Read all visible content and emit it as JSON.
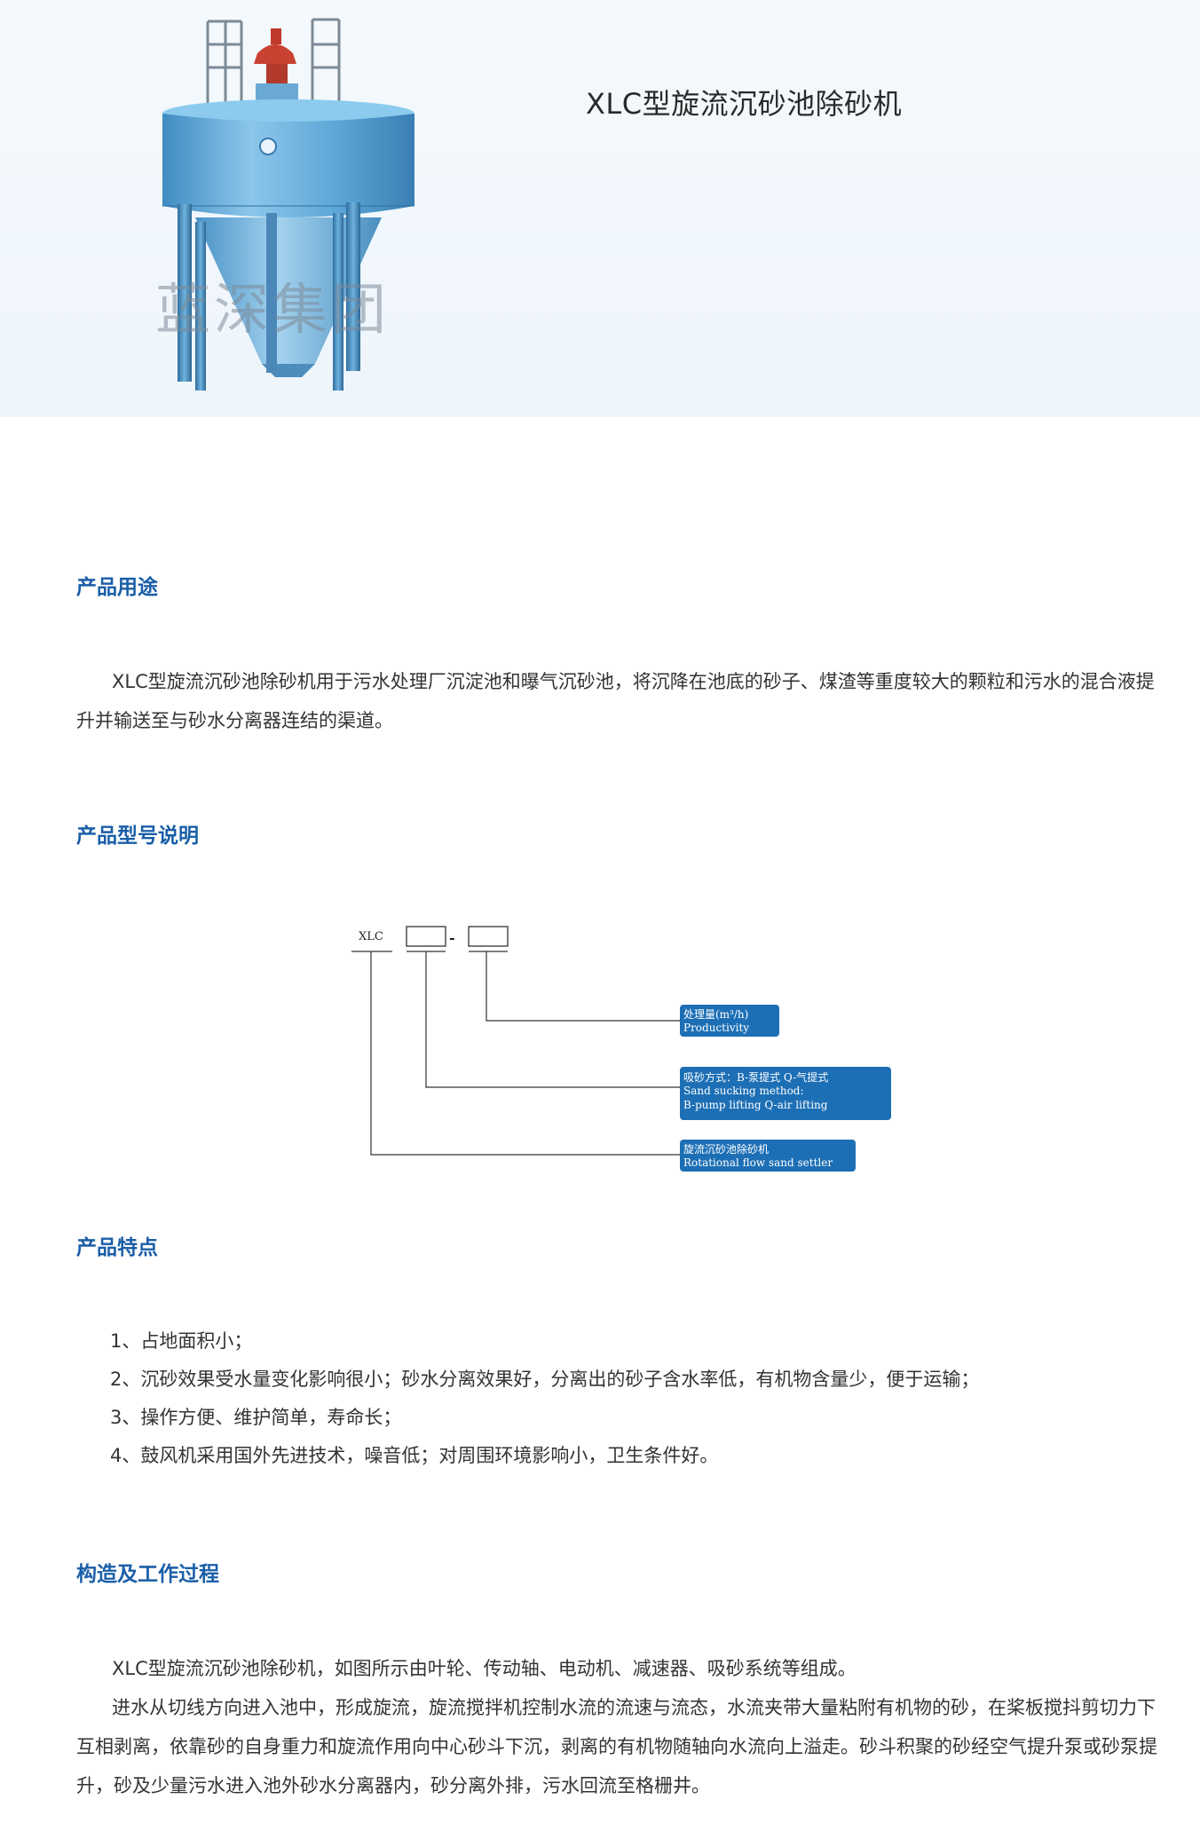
{
  "hero": {
    "title": "XLC型旋流沉砂池除砂机",
    "watermark": "蓝深集团"
  },
  "sections": {
    "usage": {
      "title": "产品用途",
      "text": "XLC型旋流沉砂池除砂机用于污水处理厂沉淀池和曝气沉砂池，将沉降在池底的砂子、煤渣等重度较大的颗粒和污水的混合液提升并输送至与砂水分离器连结的渠道。"
    },
    "model": {
      "title": "产品型号说明",
      "diagram": {
        "prefix": "XLC",
        "dash": "-",
        "box1_line1": "处理量(m³/h)",
        "box1_line2": "Productivity",
        "box2_line1": "吸砂方式：B-泵提式 Q-气提式",
        "box2_line2": "Sand sucking method:",
        "box2_line3": "B-pump lifting  Q-air lifting",
        "box3_line1": "旋流沉砂池除砂机",
        "box3_line2": "Rotational flow sand settler"
      }
    },
    "features": {
      "title": "产品特点",
      "items": [
        "1、占地面积小；",
        "2、沉砂效果受水量变化影响很小；砂水分离效果好，分离出的砂子含水率低，有机物含量少，便于运输；",
        "3、操作方便、维护简单，寿命长；",
        "4、鼓风机采用国外先进技术，噪音低；对周围环境影响小，卫生条件好。"
      ]
    },
    "structure": {
      "title": "构造及工作过程",
      "p1": "XLC型旋流沉砂池除砂机，如图所示由叶轮、传动轴、电动机、减速器、吸砂系统等组成。",
      "p2": "进水从切线方向进入池中，形成旋流，旋流搅拌机控制水流的流速与流态，水流夹带大量粘附有机物的砂，在桨板搅抖剪切力下互相剥离，依靠砂的自身重力和旋流作用向中心砂斗下沉，剥离的有机物随轴向水流向上溢走。砂斗积聚的砂经空气提升泵或砂泵提升，砂及少量污水进入池外砂水分离器内，砂分离外排，污水回流至格栅井。"
    }
  },
  "colors": {
    "accent": "#1a5ea8",
    "label_box": "#1d6fb5",
    "tank": "#5fa9d6"
  }
}
